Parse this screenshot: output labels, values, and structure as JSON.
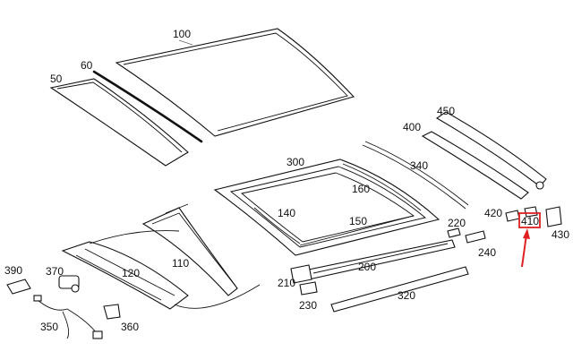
{
  "parts": {
    "p100": "100",
    "p60": "60",
    "p50": "50",
    "p300": "300",
    "p340": "340",
    "p160": "160",
    "p140": "140",
    "p150": "150",
    "p450": "450",
    "p400": "400",
    "p420": "420",
    "p410": "410",
    "p430": "430",
    "p220": "220",
    "p240": "240",
    "p200": "200",
    "p110": "110",
    "p120": "120",
    "p370": "370",
    "p390": "390",
    "p350": "350",
    "p360": "360",
    "p210": "210",
    "p230": "230",
    "p320": "320"
  },
  "highlight": {
    "part": "410",
    "box_color": "#e02020",
    "arrow_color": "#e02020"
  }
}
